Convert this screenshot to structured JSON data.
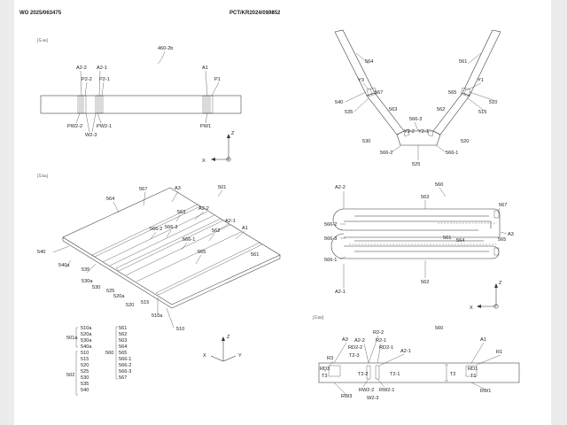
{
  "header": {
    "left": "WO 2025/063475",
    "center": "9/13",
    "right": "PCT/KR2024/010852"
  },
  "fig4e": {
    "caption": "[도4e]",
    "ref": "460-2b",
    "labels": [
      "A2-2",
      "A2-1",
      "P2-2",
      "P2-1",
      "A1",
      "P1",
      "PW2-2",
      "PW2-1",
      "W2-3",
      "PW1",
      "Z",
      "X"
    ]
  },
  "fig5b": {
    "labels": [
      "564",
      "561",
      "Y3",
      "Y1",
      "567",
      "540",
      "565",
      "535",
      "515",
      "510",
      "563",
      "562",
      "566-3",
      "530",
      "520",
      "Y2-2",
      "Y2-1",
      "566-2",
      "566-1",
      "525"
    ]
  },
  "fig5a": {
    "caption": "[도5a]",
    "labels": [
      "564",
      "567",
      "A3",
      "501",
      "563",
      "A2-2",
      "A2-1",
      "566-2",
      "566-3",
      "562",
      "A1",
      "566-1",
      "565",
      "540",
      "561",
      "540a",
      "535",
      "530a",
      "530",
      "525",
      "520a",
      "520",
      "515",
      "510a",
      "510",
      "Z",
      "X",
      "Y"
    ],
    "legend": {
      "g501a_label": "501a",
      "g501a_items": [
        "510a",
        "520a",
        "530a",
        "540a"
      ],
      "g560_label": "560",
      "g560_items": [
        "561",
        "562",
        "563",
        "564",
        "565",
        "566-1",
        "566-2",
        "566-3",
        "567"
      ],
      "g502_label": "502",
      "g502_items": [
        "510",
        "515",
        "520",
        "525",
        "530",
        "535",
        "540"
      ]
    }
  },
  "fig5c": {
    "labels": [
      "560",
      "A2-2",
      "563",
      "567",
      "566-2",
      "566-3",
      "561",
      "564",
      "A3",
      "565",
      "566-1",
      "562",
      "A2-1",
      "Z",
      "X"
    ]
  },
  "fig5d": {
    "caption": "[도5d]",
    "labels": [
      "560",
      "A3",
      "A2-2",
      "R2-2",
      "R2-1",
      "A2-1",
      "RD2-2",
      "RD2-1",
      "A1",
      "R1",
      "R3",
      "RD3",
      "T3",
      "T2-3",
      "RD1",
      "T1",
      "T2-2",
      "T2-1",
      "T2",
      "RW3",
      "RW2-2",
      "RW2-1",
      "RW1",
      "W2-3"
    ]
  }
}
